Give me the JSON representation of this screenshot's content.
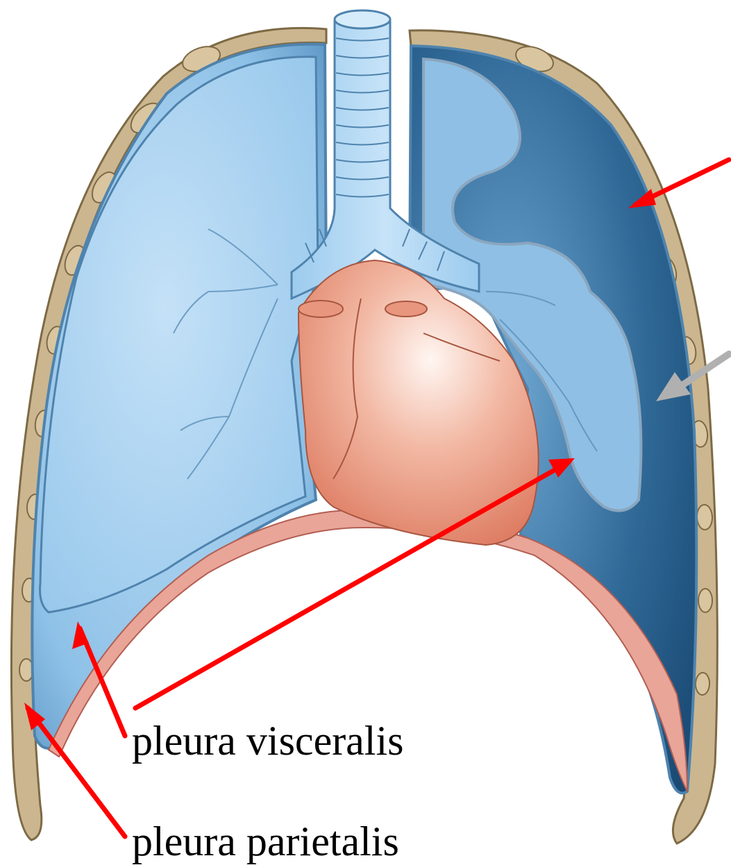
{
  "labels": {
    "visceralis": "pleura visceralis",
    "parietalis": "pleura parietalis"
  },
  "colors": {
    "arrow_red": "#ff0000",
    "arrow_gray": "#b0b0b0",
    "rib": "#cbb690",
    "rib_outline": "#7d6a45",
    "lung_light": "#a9d2f1",
    "lung_dark": "#1d4e78",
    "pleura_line": "#4f83ad",
    "heart": "#e8967d",
    "heart_highlight": "#fff3ee",
    "diaphragm": "#e8a598"
  },
  "icons": {
    "thorax": "thorax-illustration",
    "arrow": "arrow-icon"
  }
}
